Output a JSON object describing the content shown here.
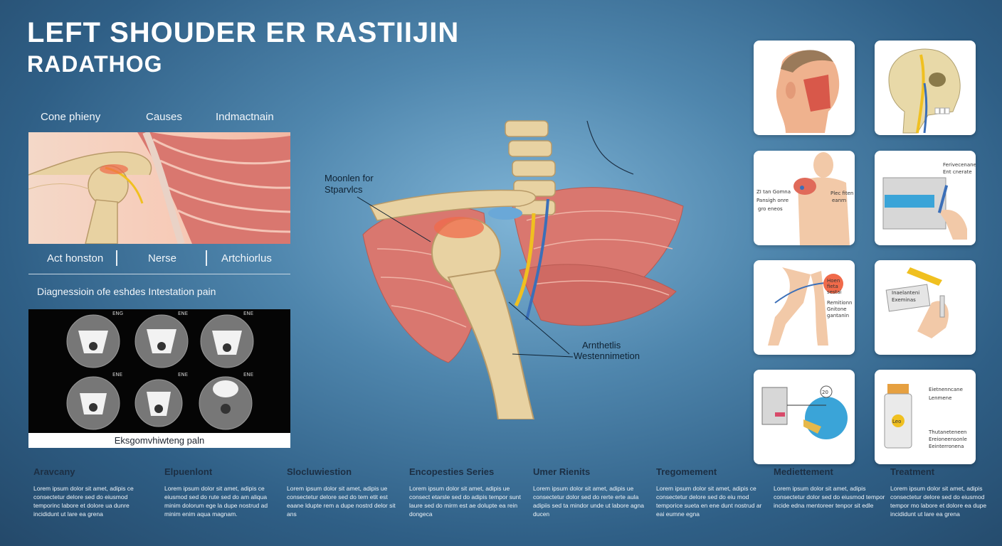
{
  "header": {
    "title_line1": "LEFT SHOUDER ER RASTIIJIN",
    "title_line2": "RADATHOG"
  },
  "tabs": [
    "Cone phieny",
    "Causes",
    "Indmactnain"
  ],
  "sub_tabs": [
    "Act honston",
    "Nerse",
    "Artchiorlus"
  ],
  "diagnosis_title": "Diagnessioin ofe eshdes Intestation pain",
  "mri": {
    "labels": [
      "ENG",
      "ENE",
      "ENE",
      "ENE",
      "ENE",
      "ENE"
    ],
    "caption": "Eksgomvhiwteng paln"
  },
  "center_labels": {
    "left_line1": "Moonlen for",
    "left_line2": "Stparvlcs",
    "right_line1": "Arnthetlis",
    "right_line2": "Westennimetion"
  },
  "cards": {
    "c3_left": [
      "ZI tan Gomna",
      "Pansigh onre",
      "gro eneos"
    ],
    "c3_right": [
      "Plec fiten",
      "eanrn"
    ],
    "c4_top": [
      "Ferivecenanei",
      "Ent cnerate"
    ],
    "c5": [
      "Hoen",
      "fieta",
      "sestai",
      "Remitionn",
      "Gnitone",
      "gantanin"
    ],
    "c6": [
      "Inaelanteni",
      "Exeminas"
    ],
    "c7_badge": "20",
    "c8_badge": "Leo",
    "c8_notes": [
      "Eietnenncane",
      "Lenmene",
      "Thutaneteneen",
      "Ereioneensonle",
      "Eeinterronena"
    ]
  },
  "bottom_sections": [
    {
      "title": "Aravcany",
      "text": "Lorem ipsum dolor sit amet, adipis ce consectetur delore sed do eiusmod temporinc labore et dolore ua dunre incididunt ut lare ea grena"
    },
    {
      "title": "Elpuenlont",
      "text": "Lorem ipsum dolor sit amet, adipis ce eiusmod sed do rute sed do am aliqua minim dolorum ege la dupe nostrud ad minim enim aqua magnam."
    },
    {
      "title": "Slocluwiestion",
      "text": "Lorem ipsum dolor sit amet, adipis ue consectetur delore sed do tem etit est eaane ldupte rem a dupe nostrd delor sit ans"
    },
    {
      "title": "Encopesties Series",
      "text": "Lorem ipsum dolor sit amet, adipis ue consect etarsle sed do adipis tempor sunt laure sed do mirm est ae dolupte ea rein dongeca"
    },
    {
      "title": "Umer Rienits",
      "text": "Lorem ipsum dolor sit amet, adipis ue consectetur dolor sed do rerte erte aula adipiis sed ta mindor unde ut labore agna ducen"
    },
    {
      "title": "Tregomement",
      "text": "Lorem ipsum dolor sit amet, adipis ce consectetur delore sed do eiu mod temporice sueta en ene dunt nostrud ar eai eumne egna"
    },
    {
      "title": "Mediettement",
      "text": "Lorem ipsum dolor sit amet, adipis consectetur dolor sed do eiusmod tempor incide edna mentoreer tenpor sit edle"
    },
    {
      "title": "Treatment",
      "text": "Lorem ipsum dolor sit amet, adipis consectetur delore sed do eiusmod tempor mo labore et dolore ea dupe incididunt ut lare ea grena"
    }
  ],
  "colors": {
    "muscle": "#d9776f",
    "bone": "#e8d2a2",
    "nerve": "#f0c020",
    "inflammation": "#f06a4a"
  }
}
